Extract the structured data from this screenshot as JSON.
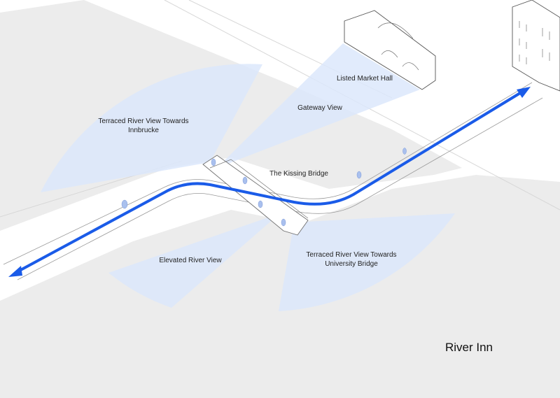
{
  "labels": {
    "terraced_innbrucke": [
      "Terraced River View Towards",
      "Innbrucke"
    ],
    "gateway_view": "Gateway View",
    "listed_market_hall": "Listed Market Hall",
    "kissing_bridge": "The Kissing Bridge",
    "elevated_river_view": "Elevated River View",
    "terraced_university": [
      "Terraced River View Towards",
      "University Bridge"
    ],
    "river_inn": "River Inn"
  },
  "colors": {
    "path": "#1a5be8",
    "view_cone": "#dce7fb",
    "river_bank": "#ececec",
    "background": "#ffffff"
  },
  "icons": [
    "double-headed-arrow-icon",
    "pedestrian-icon",
    "building-icon"
  ]
}
